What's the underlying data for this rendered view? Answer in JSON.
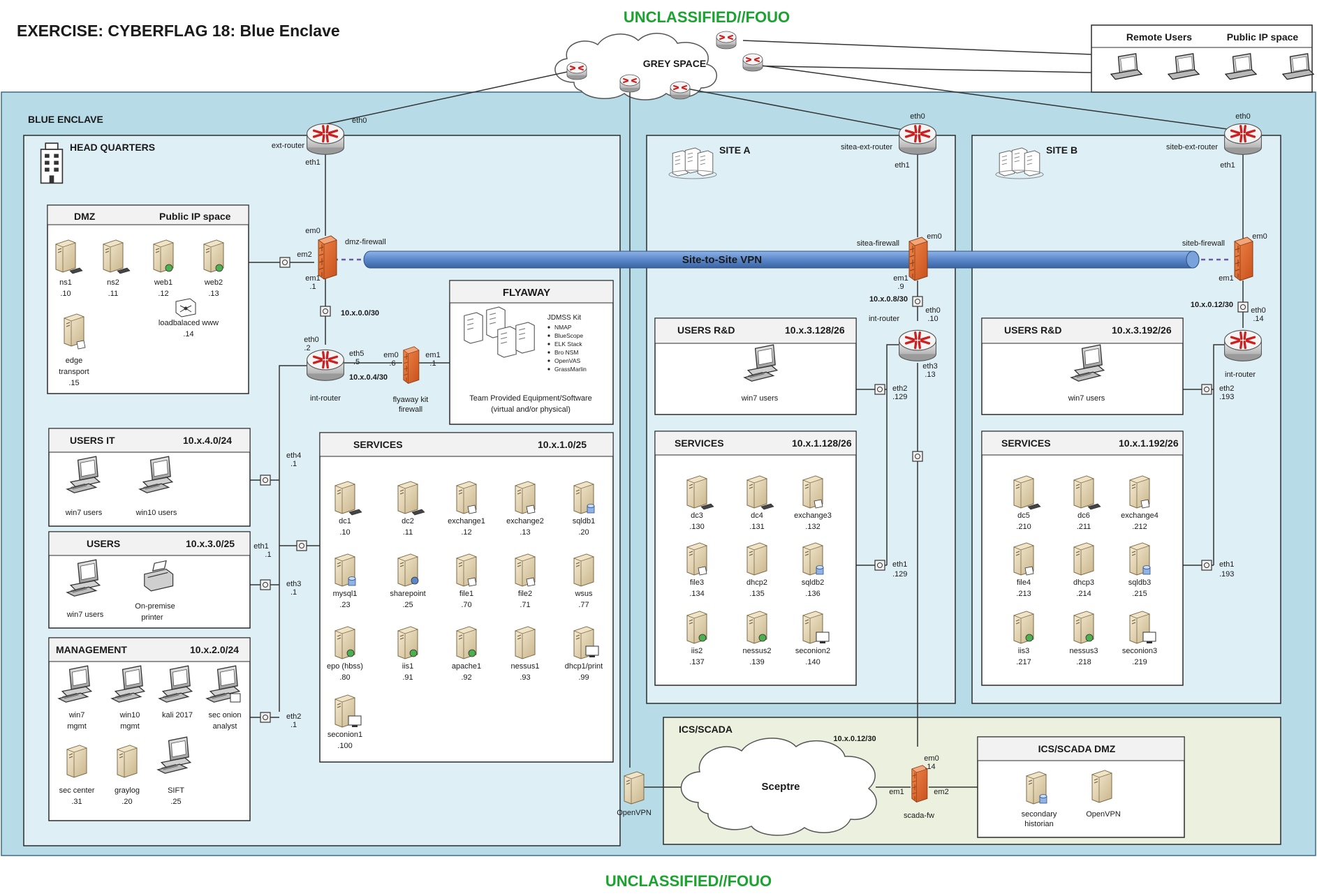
{
  "header": {
    "title": "EXERCISE: CYBERFLAG 18: Blue Enclave",
    "classification_top": "UNCLASSIFIED//FOUO",
    "classification_bottom": "UNCLASSIFIED//FOUO"
  },
  "colors": {
    "classification": "#1aa32f",
    "outer_region": "#b7dce8",
    "inner_region": "#deeff5",
    "ics_region": "#ebf1de",
    "vpn_tube": "#5b87c9",
    "router": "#cc1f1f",
    "firewall": "#e36c2b"
  },
  "grey_space": {
    "label": "GREY SPACE",
    "remote_box": {
      "title_left": "Remote Users",
      "title_right": "Public IP space",
      "laptops": [
        "laptop-icon",
        "laptop-icon",
        "laptop-icon",
        "laptop-icon"
      ]
    }
  },
  "enclave": {
    "title": "BLUE ENCLAVE",
    "vpn_label": "Site-to-Site VPN"
  },
  "hq": {
    "title": "HEAD QUARTERS",
    "icon": "building-icon",
    "ext_router": {
      "name": "ext-router",
      "if_top": "eth0",
      "if_bottom": "eth1"
    },
    "dmz_firewall": {
      "name": "dmz-firewall",
      "em0": "em0",
      "em1": "em1",
      "em1_ip": ".1",
      "em2": "em2"
    },
    "link_dmz_int": "10.x.0.0/30",
    "int_router": {
      "name": "int-router",
      "eth0": "eth0",
      "eth0_ip": ".2",
      "eth5": "eth5",
      "eth5_ip": ".5"
    },
    "link_flyaway": "10.x.0.4/30",
    "flyaway_fw": {
      "name1": "flyaway kit",
      "name2": "firewall",
      "em0": "em0",
      "em0_ip": ".6",
      "em1": "em1",
      "em1_ip": ".1"
    },
    "dmz": {
      "title": "DMZ",
      "subtitle": "Public IP space",
      "servers": [
        {
          "name": "ns1",
          "ip": ".10"
        },
        {
          "name": "ns2",
          "ip": ".11"
        },
        {
          "name": "web1",
          "ip": ".12"
        },
        {
          "name": "web2",
          "ip": ".13"
        }
      ],
      "lb_name": "loadbalaced www",
      "lb_ip": ".14",
      "edge_name1": "edge",
      "edge_name2": "transport",
      "edge_ip": ".15"
    },
    "flyaway": {
      "title": "FLYAWAY",
      "kit_title": "JDMSS Kit",
      "kit_items": [
        "NMAP",
        "BlueScope",
        "ELK Stack",
        "Bro NSM",
        "OpenVAS",
        "GrassMarlin"
      ],
      "caption1": "Team Provided Equipment/Software",
      "caption2": "(virtual and/or physical)"
    },
    "users_it": {
      "title": "USERS IT",
      "subnet": "10.x.4.0/24",
      "hosts": [
        {
          "name": "win7 users"
        },
        {
          "name": "win10 users"
        }
      ]
    },
    "users": {
      "title": "USERS",
      "subnet": "10.x.3.0/25",
      "hosts": [
        {
          "name": "win7 users"
        },
        {
          "name1": "On-premise",
          "name2": "printer"
        }
      ]
    },
    "management": {
      "title": "MANAGEMENT",
      "subnet": "10.x.2.0/24",
      "hosts": [
        {
          "name1": "win7",
          "name2": "mgmt"
        },
        {
          "name1": "win10",
          "name2": "mgmt"
        },
        {
          "name1": "kali 2017",
          "name2": ""
        },
        {
          "name1": "sec onion",
          "name2": "analyst"
        },
        {
          "name1": "sec center",
          "name2": ".31"
        },
        {
          "name1": "graylog",
          "name2": ".20"
        },
        {
          "name1": "SIFT",
          "name2": ".25"
        }
      ]
    },
    "services": {
      "title": "SERVICES",
      "subnet": "10.x.1.0/25",
      "servers": [
        {
          "name": "dc1",
          "ip": ".10"
        },
        {
          "name": "dc2",
          "ip": ".11"
        },
        {
          "name": "exchange1",
          "ip": ".12"
        },
        {
          "name": "exchange2",
          "ip": ".13"
        },
        {
          "name": "sqldb1",
          "ip": ".20"
        },
        {
          "name": "mysql1",
          "ip": ".23"
        },
        {
          "name": "sharepoint",
          "ip": ".25"
        },
        {
          "name": "file1",
          "ip": ".70"
        },
        {
          "name": "file2",
          "ip": ".71"
        },
        {
          "name": "wsus",
          "ip": ".77"
        },
        {
          "name": "epo (hbss)",
          "ip": ".80"
        },
        {
          "name": "iis1",
          "ip": ".91"
        },
        {
          "name": "apache1",
          "ip": ".92"
        },
        {
          "name": "nessus1",
          "ip": ".93"
        },
        {
          "name": "dhcp1/print",
          "ip": ".99"
        },
        {
          "name": "seconion1",
          "ip": ".100"
        }
      ]
    },
    "trunk_ifaces": [
      {
        "name": "eth4",
        "ip": ".1"
      },
      {
        "name": "eth1",
        "ip": ".1"
      },
      {
        "name": "eth3",
        "ip": ".1"
      },
      {
        "name": "eth2",
        "ip": ".1"
      }
    ]
  },
  "site_a": {
    "title": "SITE A",
    "ext_router": {
      "name": "sitea-ext-router",
      "if_top": "eth0",
      "if_bottom": "eth1"
    },
    "firewall": {
      "name": "sitea-firewall",
      "em0": "em0",
      "em1": "em1",
      "em1_ip": ".9"
    },
    "link": "10.x.0.8/30",
    "int_router": {
      "name": "int-router",
      "eth0": "eth0",
      "eth0_ip": ".10",
      "eth3": "eth3",
      "eth3_ip": ".13"
    },
    "users_rd": {
      "title": "USERS R&D",
      "subnet": "10.x.3.128/26",
      "host": "win7 users",
      "iface": "eth2",
      "iface_ip": ".129"
    },
    "services": {
      "title": "SERVICES",
      "subnet": "10.x.1.128/26",
      "servers": [
        {
          "name": "dc3",
          "ip": ".130"
        },
        {
          "name": "dc4",
          "ip": ".131"
        },
        {
          "name": "exchange3",
          "ip": ".132"
        },
        {
          "name": "file3",
          "ip": ".134"
        },
        {
          "name": "dhcp2",
          "ip": ".135"
        },
        {
          "name": "sqldb2",
          "ip": ".136"
        },
        {
          "name": "iis2",
          "ip": ".137"
        },
        {
          "name": "nessus2",
          "ip": ".139"
        },
        {
          "name": "seconion2",
          "ip": ".140"
        }
      ],
      "iface": "eth1",
      "iface_ip": ".129"
    }
  },
  "site_b": {
    "title": "SITE B",
    "ext_router": {
      "name": "siteb-ext-router",
      "if_top": "eth0",
      "if_bottom": "eth1"
    },
    "firewall": {
      "name": "siteb-firewall",
      "em0": "em0",
      "em1": "em1"
    },
    "link": "10.x.0.12/30",
    "int_router": {
      "name": "int-router",
      "eth0": "eth0",
      "eth0_ip": ".14"
    },
    "users_rd": {
      "title": "USERS R&D",
      "subnet": "10.x.3.192/26",
      "host": "win7 users",
      "iface": "eth2",
      "iface_ip": ".193"
    },
    "services": {
      "title": "SERVICES",
      "subnet": "10.x.1.192/26",
      "servers": [
        {
          "name": "dc5",
          "ip": ".210"
        },
        {
          "name": "dc6",
          "ip": ".211"
        },
        {
          "name": "exchange4",
          "ip": ".212"
        },
        {
          "name": "file4",
          "ip": ".213"
        },
        {
          "name": "dhcp3",
          "ip": ".214"
        },
        {
          "name": "sqldb3",
          "ip": ".215"
        },
        {
          "name": "iis3",
          "ip": ".217"
        },
        {
          "name": "nessus3",
          "ip": ".218"
        },
        {
          "name": "seconion3",
          "ip": ".219"
        }
      ],
      "iface": "eth1",
      "iface_ip": ".193"
    }
  },
  "ics": {
    "title": "ICS/SCADA",
    "cloud_label": "Sceptre",
    "link": "10.x.0.12/30",
    "openvpn_label": "OpenVPN",
    "fw": {
      "name": "scada-fw",
      "em0": "em0",
      "em0_ip": ".14",
      "em1": "em1",
      "em2": "em2"
    },
    "dmz": {
      "title": "ICS/SCADA DMZ",
      "hosts": [
        {
          "name1": "secondary",
          "name2": "historian"
        },
        {
          "name1": "OpenVPN",
          "name2": ""
        }
      ]
    }
  }
}
